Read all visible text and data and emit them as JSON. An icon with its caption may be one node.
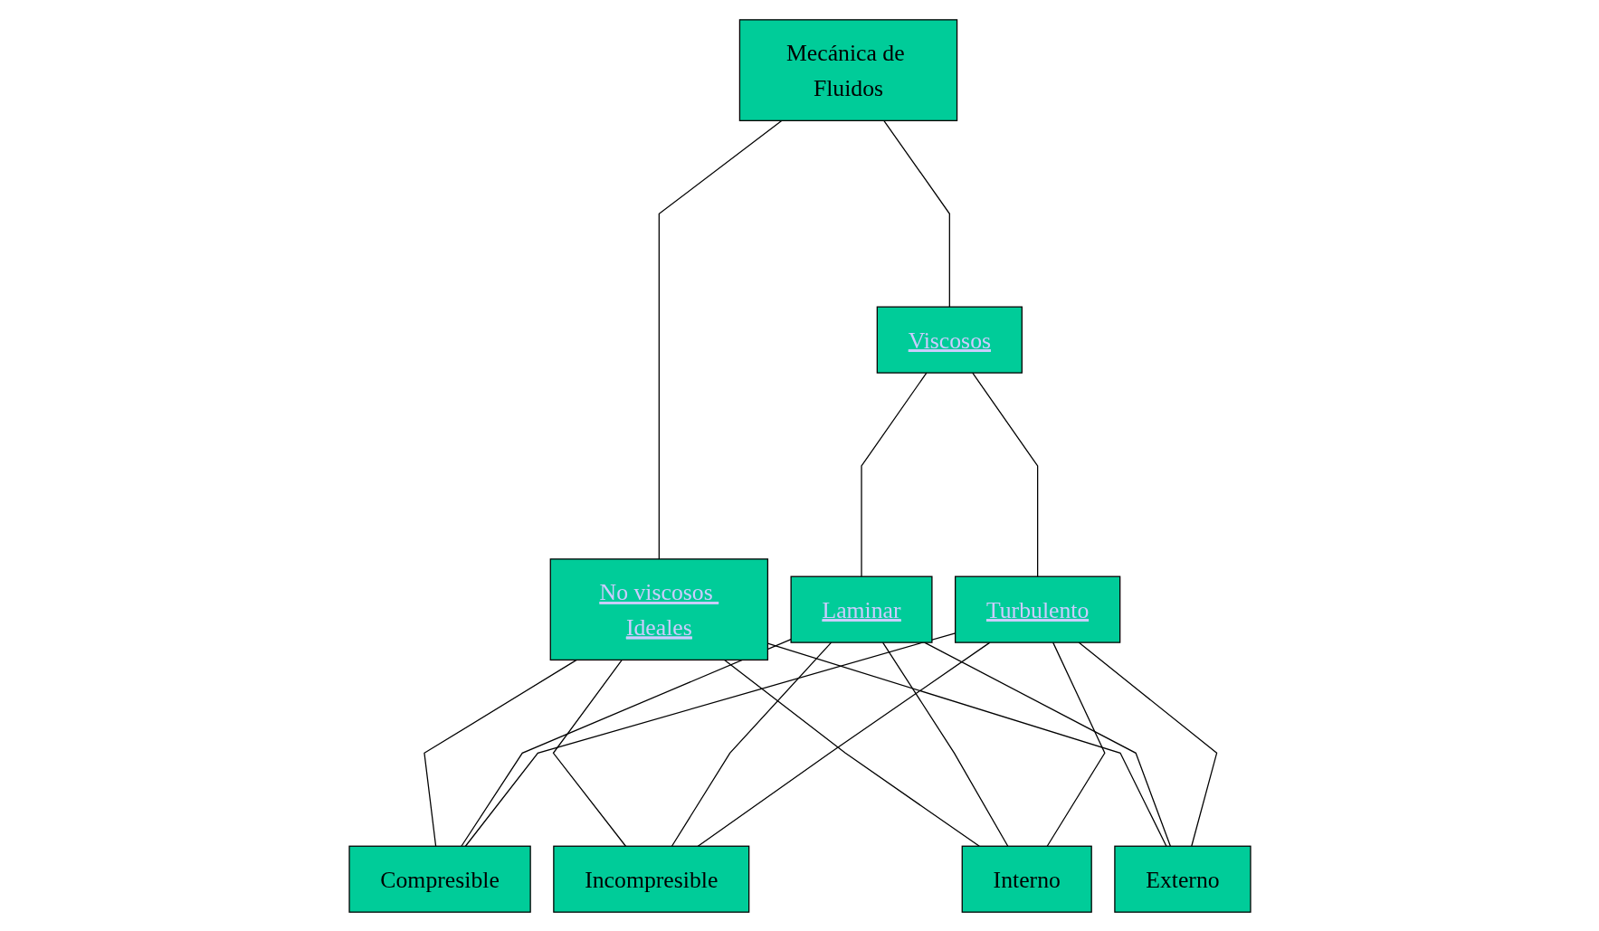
{
  "diagram": {
    "nodes": [
      {
        "text": [
          "Mecánica de Fluidos"
        ]
      },
      {
        "text": [
          "No viscosos Ideales"
        ]
      },
      {
        "text": [
          "Viscosos"
        ]
      },
      {
        "text": [
          "Laminar"
        ]
      },
      {
        "text": [
          "Turbulento"
        ]
      },
      {
        "text": [
          "Compresible"
        ]
      },
      {
        "text": [
          "Incompresible"
        ]
      },
      {
        "text": [
          "Interno"
        ]
      },
      {
        "text": [
          "Externo"
        ]
      }
    ],
    "edges": [
      {
        "from": 0,
        "to": 1,
        "arrow": "none"
      },
      {
        "from": 0,
        "to": 2,
        "arrow": "none"
      },
      {
        "from": 2,
        "to": 3,
        "arrow": "none"
      },
      {
        "from": 2,
        "to": 4,
        "arrow": "none"
      },
      {
        "from": 1,
        "to": 5,
        "arrow": "none"
      },
      {
        "from": 1,
        "to": 6,
        "arrow": "none"
      },
      {
        "from": 1,
        "to": 7,
        "arrow": "none"
      },
      {
        "from": 1,
        "to": 8,
        "arrow": "none"
      },
      {
        "from": 3,
        "to": 5,
        "arrow": "none"
      },
      {
        "from": 3,
        "to": 6,
        "arrow": "none"
      },
      {
        "from": 3,
        "to": 7,
        "arrow": "none"
      },
      {
        "from": 3,
        "to": 8,
        "arrow": "none"
      },
      {
        "from": 4,
        "to": 5,
        "arrow": "none"
      },
      {
        "from": 4,
        "to": 6,
        "arrow": "none"
      },
      {
        "from": 4,
        "to": 7,
        "arrow": "none"
      },
      {
        "from": 4,
        "to": 8,
        "arrow": "none"
      }
    ]
  }
}
